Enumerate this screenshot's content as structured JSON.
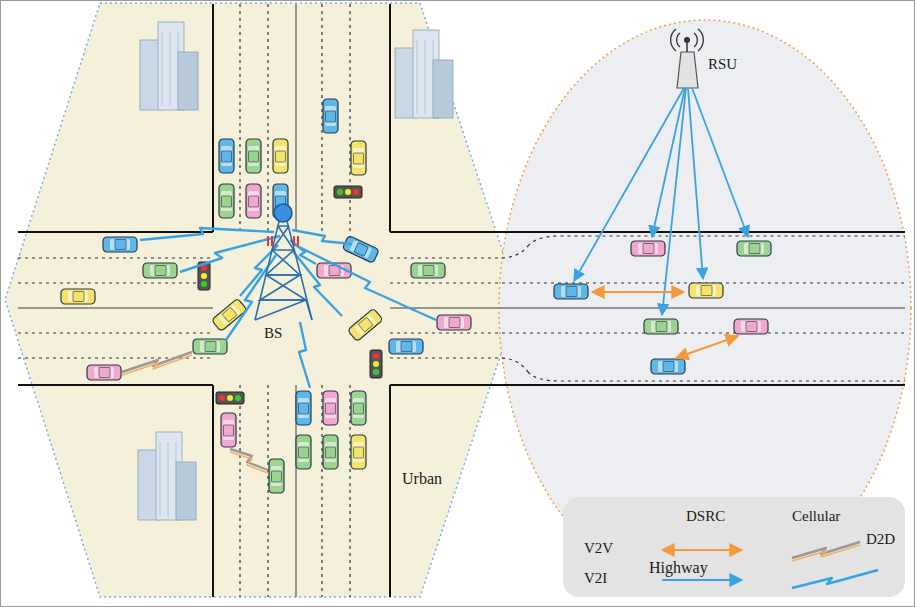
{
  "diagram": {
    "nodes": [
      {
        "text": [
          "Urban"
        ]
      },
      {
        "text": [
          "Highway"
        ]
      }
    ],
    "labels": [
      "BS",
      "RSU",
      "DSRC",
      "Cellular",
      "D2D"
    ],
    "legend": [
      {
        "text": "V2V"
      },
      {
        "text": "V2I"
      }
    ]
  }
}
